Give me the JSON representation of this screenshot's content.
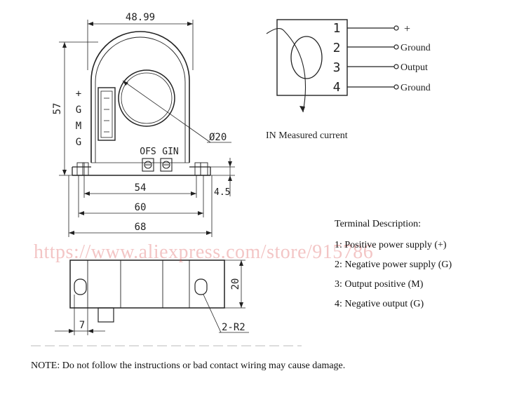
{
  "top_view": {
    "dim_width": "48.99",
    "dim_height": "57",
    "dim_hole": "Ø20",
    "dim_inner": "54",
    "dim_mid": "60",
    "dim_outer": "68",
    "dim_tab": "4.5",
    "pin_labels": [
      "+",
      "G",
      "M",
      "G"
    ],
    "pot_ofs": "OFS",
    "pot_gin": "GIN"
  },
  "side_view": {
    "dim_height": "20",
    "dim_offset": "7",
    "dim_holes": "2-R2"
  },
  "schematic": {
    "pins": [
      {
        "num": "1",
        "signal": "+"
      },
      {
        "num": "2",
        "signal": "Ground"
      },
      {
        "num": "3",
        "signal": "Output"
      },
      {
        "num": "4",
        "signal": "Ground"
      }
    ],
    "caption": "IN Measured current"
  },
  "terminal_description": {
    "title": "Terminal Description:",
    "items": [
      "1: Positive power supply (+)",
      "2: Negative power supply (G)",
      "3: Output positive (M)",
      "4: Negative output (G)"
    ]
  },
  "note": "NOTE: Do not follow the instructions or bad contact wiring may cause damage.",
  "watermark": "https://www.aliexpress.com/store/915786",
  "colors": {
    "line": "#222222",
    "watermark": "#dc5050"
  }
}
